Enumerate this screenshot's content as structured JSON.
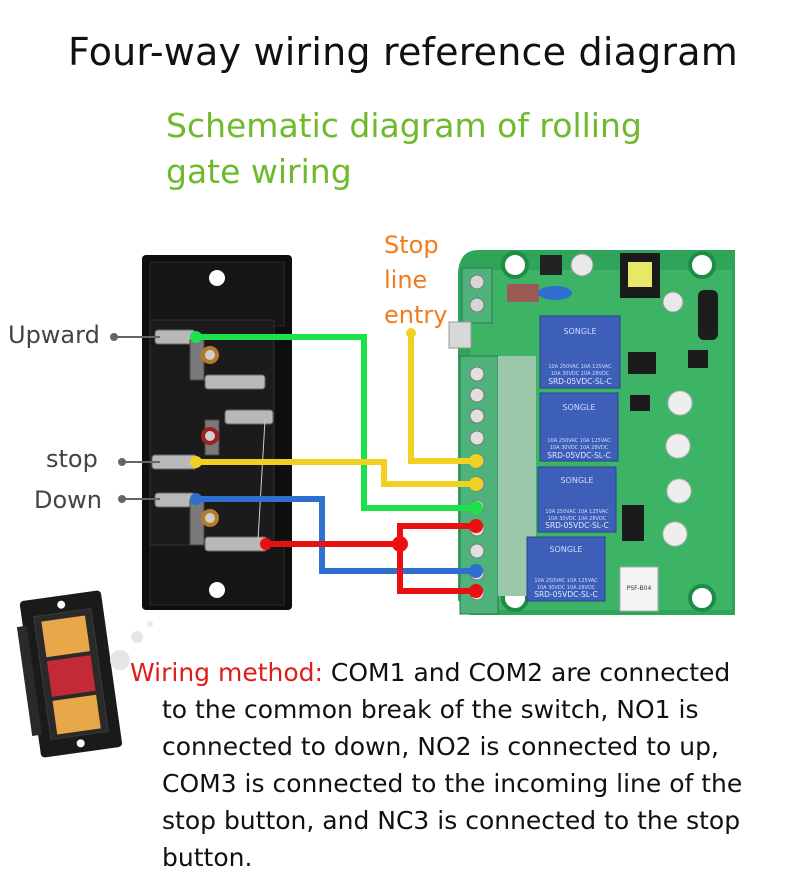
{
  "title": "Four-way wiring reference diagram",
  "subtitle": "Schematic diagram of rolling gate wiring",
  "switch_labels": {
    "upward": "Upward",
    "stop": "stop",
    "down": "Down"
  },
  "stop_line_entry": [
    "Stop",
    "line",
    "entry"
  ],
  "relay_board": {
    "relay_brand": "SONGLE",
    "relay_model": "SRD-05VDC-SL-C",
    "relay_rating_1": "10A 250VAC  10A 125VAC",
    "relay_rating_2": "10A 30VDC  10A 28VDC",
    "relay_count": 4,
    "module_label": "PSF-B04"
  },
  "wires": [
    {
      "name": "upward-wire",
      "color": "#1ee04a",
      "from": "Upward",
      "to": "NO2"
    },
    {
      "name": "stop-wire",
      "color": "#f0d020",
      "from": "stop",
      "to": "NC3"
    },
    {
      "name": "stop-line-entry-wire",
      "color": "#f0d020",
      "from": "Stop line entry",
      "to": "COM3"
    },
    {
      "name": "down-wire",
      "color": "#2f6fd0",
      "from": "Down",
      "to": "NO1"
    },
    {
      "name": "common-wire",
      "color": "#e81010",
      "from": "Switch common",
      "to": "COM1 / COM2"
    }
  ],
  "description": {
    "highlight": "Wiring method:",
    "lines": [
      " COM1 and COM2 are connected",
      "to the common break of the switch, NO1 is",
      "connected to down, NO2 is connected to up,",
      "COM3 is connected to the incoming line of the",
      "stop button, and NC3 is connected to the stop",
      "button."
    ]
  }
}
